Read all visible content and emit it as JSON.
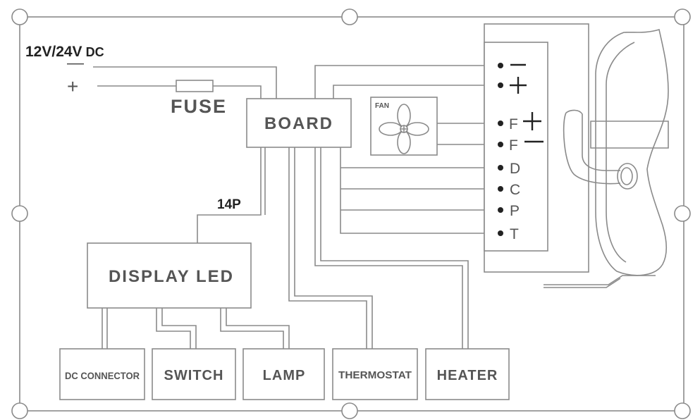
{
  "power": {
    "label_bold": "12V/24V",
    "label_dc": " DC",
    "minus": "—",
    "plus": "+"
  },
  "fuse": {
    "label": "FUSE"
  },
  "board": {
    "label": "BOARD"
  },
  "connector_14p": {
    "label": "14P"
  },
  "display": {
    "label": "DISPLAY LED"
  },
  "fan": {
    "label": "FAN"
  },
  "terminals": [
    {
      "label": "—"
    },
    {
      "label": "+"
    },
    {
      "label": "F+"
    },
    {
      "label": "F—"
    },
    {
      "label": "D"
    },
    {
      "label": "C"
    },
    {
      "label": "P"
    },
    {
      "label": "T"
    }
  ],
  "bottom_boxes": [
    {
      "label": "DC CONNECTOR"
    },
    {
      "label": "SWITCH"
    },
    {
      "label": "LAMP"
    },
    {
      "label": "THERMOSTAT"
    },
    {
      "label": "HEATER"
    }
  ],
  "colors": {
    "line": "#8a8a8a",
    "text": "#555555",
    "dark_text": "#222222",
    "background": "#ffffff"
  }
}
